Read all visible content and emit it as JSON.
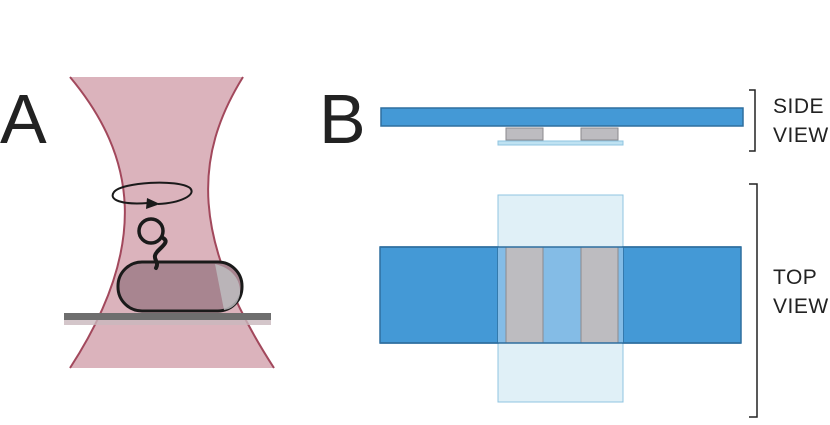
{
  "panels": {
    "a": {
      "letter": "A"
    },
    "b": {
      "letter": "B"
    }
  },
  "views": {
    "side": {
      "line1": "SIDE",
      "line2": "VIEW"
    },
    "top": {
      "line1": "TOP",
      "line2": "VIEW"
    }
  },
  "colors": {
    "beam_fill": "#dbb3bc",
    "beam_edge": "#a2485c",
    "object_fill": "#a88590",
    "surface": "#6e6e6e",
    "substrate_blue": "#4499d6",
    "substrate_edge": "#2f6f9f",
    "pad_gray": "#bdbcc0",
    "cover_light_blue": "#bfe2f2",
    "gap_blue": "#84bce6"
  },
  "icons": {
    "rotation": "circular-arrow-icon",
    "molecule": "squiggle-tether-icon"
  }
}
